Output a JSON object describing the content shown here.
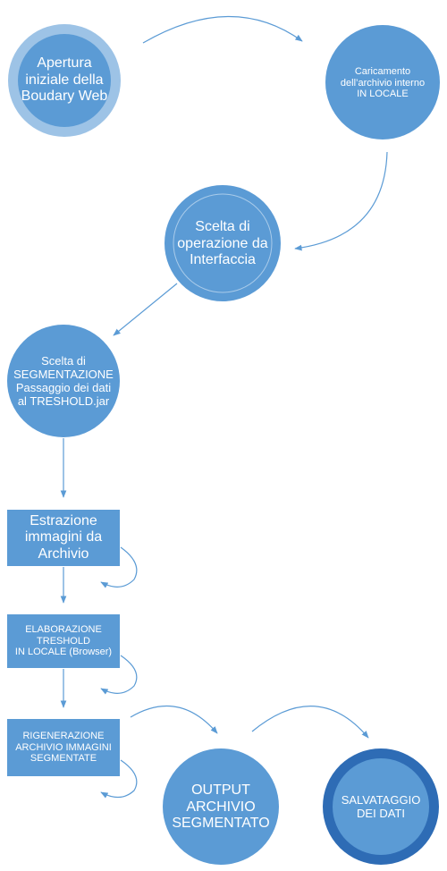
{
  "colors": {
    "node_fill": "#5b9bd5",
    "node_fill_dark": "#4a8bcb",
    "ring_light": "#9dc3e6",
    "ring_dark": "#2e6cb5",
    "connector": "#5b9bd5"
  },
  "nodes": {
    "n1": "Apertura\niniziale della\nBoudary Web",
    "n2": "Caricamento\ndell’archivio interno\nIN LOCALE",
    "n3": "Scelta di\noperazione da\nInterfaccia",
    "n4": "Scelta di\nSEGMENTAZIONE\nPassaggio dei dati\nal TRESHOLD.jar",
    "b1": "Estrazione\nimmagini da\nArchivio",
    "b2": "ELABORAZIONE\nTRESHOLD\nIN LOCALE (Browser)",
    "b3": "RIGENERAZIONE\nARCHIVIO IMMAGINI\nSEGMENTATE",
    "n5": "OUTPUT\nARCHIVIO\nSEGMENTATO",
    "n6": "SALVATAGGIO\nDEI DATI"
  }
}
